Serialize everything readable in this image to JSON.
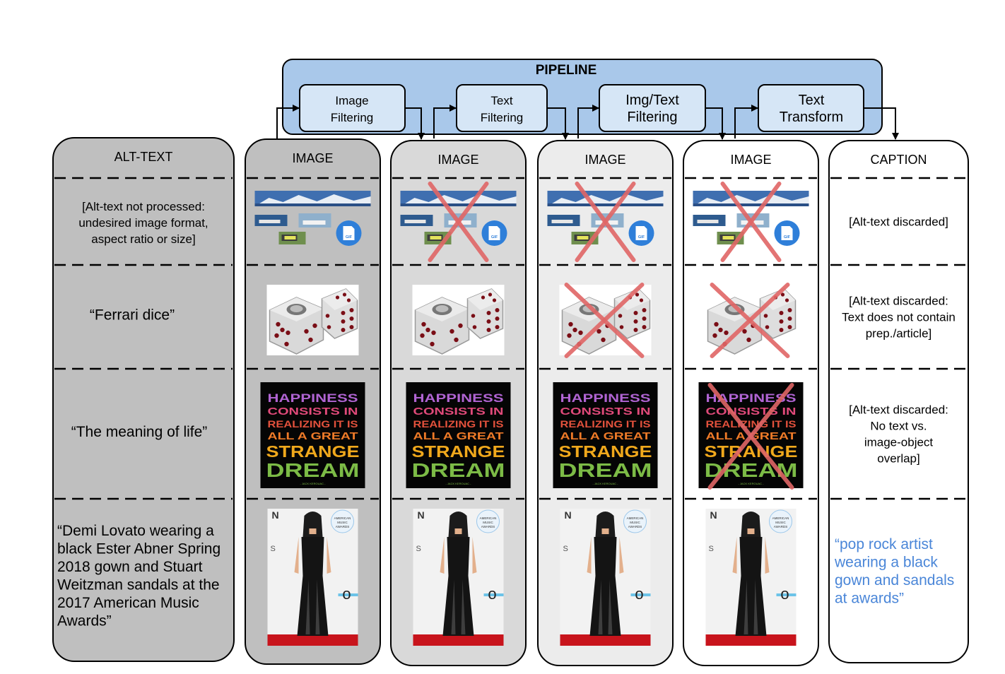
{
  "pipeline": {
    "title": "PIPELINE",
    "steps": [
      {
        "line1": "Image",
        "line2": "Filtering"
      },
      {
        "line1": "Text",
        "line2": "Filtering"
      },
      {
        "line1": "Img/Text",
        "line2": "Filtering"
      },
      {
        "line1": "Text",
        "line2": "Transform"
      }
    ]
  },
  "columns": {
    "alt_text": "ALT-TEXT",
    "image": "IMAGE",
    "caption": "CAPTION"
  },
  "rows": [
    {
      "alt_text_lines": [
        "[Alt-text not processed:",
        "undesired image format,",
        "aspect ratio or size]"
      ],
      "caption_lines": [
        "[Alt-text discarded]"
      ],
      "image": "images-set-icon"
    },
    {
      "alt_text_lines": [
        "“Ferrari dice”"
      ],
      "caption_lines": [
        "[Alt-text discarded:",
        "Text does not contain",
        "prep./article]"
      ],
      "image": "dice-icon"
    },
    {
      "alt_text_lines": [
        "“The meaning of life”"
      ],
      "caption_lines": [
        "[Alt-text discarded:",
        "No text vs.",
        "image-object",
        "overlap]"
      ],
      "image": "quote-poster",
      "poster_lines": [
        "HAPPINESS",
        "CONSISTS IN",
        "REALIZING IT IS",
        "ALL A GREAT",
        "STRANGE",
        "DREAM"
      ],
      "poster_author": "- JACK KEROUAC -"
    },
    {
      "alt_text_lines": [
        "“Demi Lovato wearing a",
        "black Ester Abner Spring",
        "2018 gown and Stuart",
        "Weitzman sandals at the",
        "2017 American Music",
        "Awards”"
      ],
      "caption_lines": [
        "“pop rock artist",
        "wearing a black",
        "gown and sandals",
        "at awards”"
      ],
      "image": "red-carpet-photo",
      "logo_text": "AMERICAN MUSIC AWARDS"
    }
  ],
  "crossed": [
    [],
    [
      0
    ],
    [
      0,
      1
    ],
    [
      0,
      1,
      2
    ]
  ],
  "colors": {
    "pipeline_fill": "#a9c8ea",
    "step_fill": "#d6e6f6",
    "col_dark": "#bfbfbf",
    "col_mid": "#d9d9d9",
    "col_light": "#ececec",
    "cross": "#e06666",
    "caption_blue": "#4a86d8"
  }
}
